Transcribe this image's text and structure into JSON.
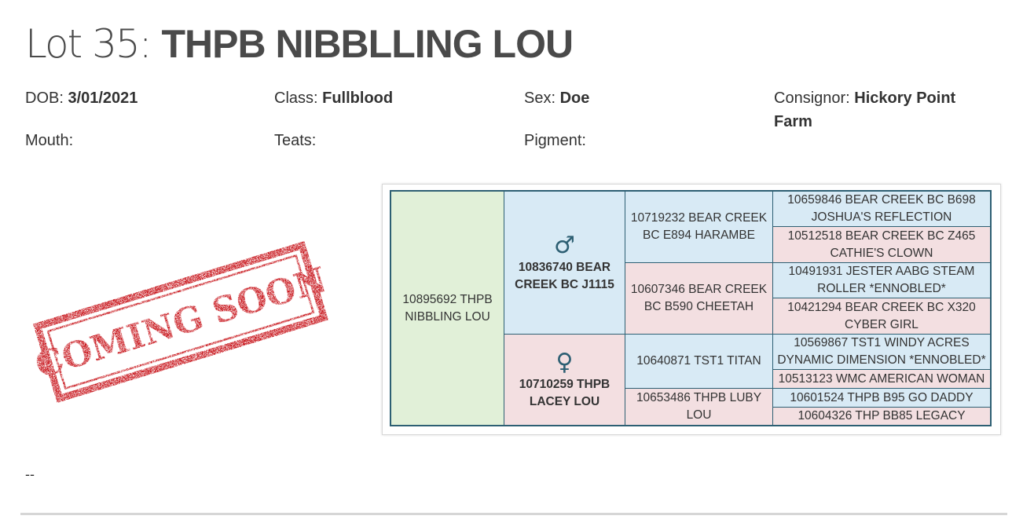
{
  "lot": {
    "prefix": "Lot 35: ",
    "name": "THPB NIBBLLING LOU"
  },
  "details": {
    "dob_label": "DOB: ",
    "dob": "3/01/2021",
    "class_label": "Class: ",
    "class": "Fullblood",
    "sex_label": "Sex: ",
    "sex": "Doe",
    "consignor_label": "Consignor: ",
    "consignor": "Hickory Point Farm",
    "mouth_label": "Mouth:",
    "teats_label": "Teats:",
    "pigment_label": "Pigment:"
  },
  "stamp": {
    "text": "COMING SOON",
    "color": "#c8141c"
  },
  "pedigree": {
    "animal": "10895692 THPB NIBBLING LOU",
    "sire": {
      "symbol": "♂",
      "name": "10836740 BEAR CREEK BC J1115"
    },
    "dam": {
      "symbol": "♀",
      "name": "10710259 THPB LACEY LOU"
    },
    "sire_sire": "10719232 BEAR CREEK BC E894 HARAMBE",
    "sire_dam": "10607346 BEAR CREEK BC B590 CHEETAH",
    "dam_sire": "10640871 TST1 TITAN",
    "dam_dam": "10653486 THPB LUBY LOU",
    "g3": [
      "10659846 BEAR CREEK BC B698 JOSHUA'S REFLECTION",
      "10512518 BEAR CREEK BC Z465 CATHIE'S CLOWN",
      "10491931 JESTER AABG STEAM ROLLER *ENNOBLED*",
      "10421294 BEAR CREEK BC X320 CYBER GIRL",
      "10569867 TST1 WINDY ACRES DYNAMIC DIMENSION *ENNOBLED*",
      "10513123 WMC AMERICAN WOMAN",
      "10601524 THPB B95 GO DADDY",
      "10604326 THP BB85 LEGACY"
    ]
  },
  "footer_text": "--"
}
